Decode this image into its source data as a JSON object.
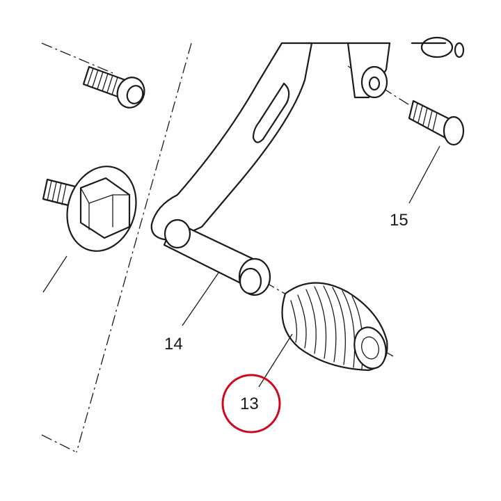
{
  "callouts": [
    {
      "id": "14",
      "label": "14"
    },
    {
      "id": "15",
      "label": "15"
    },
    {
      "id": "13",
      "label": "13"
    }
  ],
  "highlight": {
    "target": "13",
    "color": "#cc0a1e"
  },
  "line_color": "#1a1a1a"
}
